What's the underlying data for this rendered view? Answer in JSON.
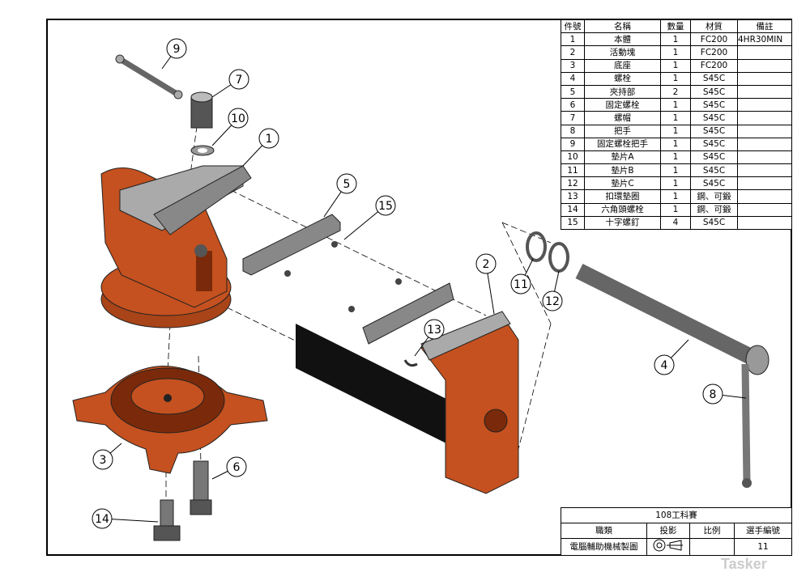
{
  "parts_table": {
    "headers": [
      "件號",
      "名稱",
      "數量",
      "材質",
      "備註"
    ],
    "rows": [
      [
        "1",
        "本體",
        "1",
        "FC200",
        "4HR30MIN"
      ],
      [
        "2",
        "活動塊",
        "1",
        "FC200",
        ""
      ],
      [
        "3",
        "底座",
        "1",
        "FC200",
        ""
      ],
      [
        "4",
        "螺栓",
        "1",
        "S45C",
        ""
      ],
      [
        "5",
        "夾持部",
        "2",
        "S45C",
        ""
      ],
      [
        "6",
        "固定螺栓",
        "1",
        "S45C",
        ""
      ],
      [
        "7",
        "螺帽",
        "1",
        "S45C",
        ""
      ],
      [
        "8",
        "把手",
        "1",
        "S45C",
        ""
      ],
      [
        "9",
        "固定螺栓把手",
        "1",
        "S45C",
        ""
      ],
      [
        "10",
        "墊片A",
        "1",
        "S45C",
        ""
      ],
      [
        "11",
        "墊片B",
        "1",
        "S45C",
        ""
      ],
      [
        "12",
        "墊片C",
        "1",
        "S45C",
        ""
      ],
      [
        "13",
        "扣環墊圈",
        "1",
        "鋼、可鍛",
        ""
      ],
      [
        "14",
        "六角頭螺栓",
        "1",
        "鋼、可鍛",
        ""
      ],
      [
        "15",
        "十字螺釘",
        "4",
        "S45C",
        ""
      ]
    ]
  },
  "title_block": {
    "event": "108工科賽",
    "category_label": "職類",
    "projection_label": "投影",
    "scale_label": "比例",
    "competitor_no_label": "選手編號",
    "category": "電腦輔助機械製圖",
    "scale": "",
    "competitor_no": "11"
  },
  "balloons": [
    "1",
    "2",
    "3",
    "4",
    "5",
    "6",
    "7",
    "8",
    "9",
    "10",
    "11",
    "12",
    "13",
    "14",
    "15"
  ],
  "watermark": "Tasker",
  "colors": {
    "part": "#c4511f",
    "dark": "#7a2a0a",
    "steel": "#9a9a9a",
    "line": "#000000"
  }
}
